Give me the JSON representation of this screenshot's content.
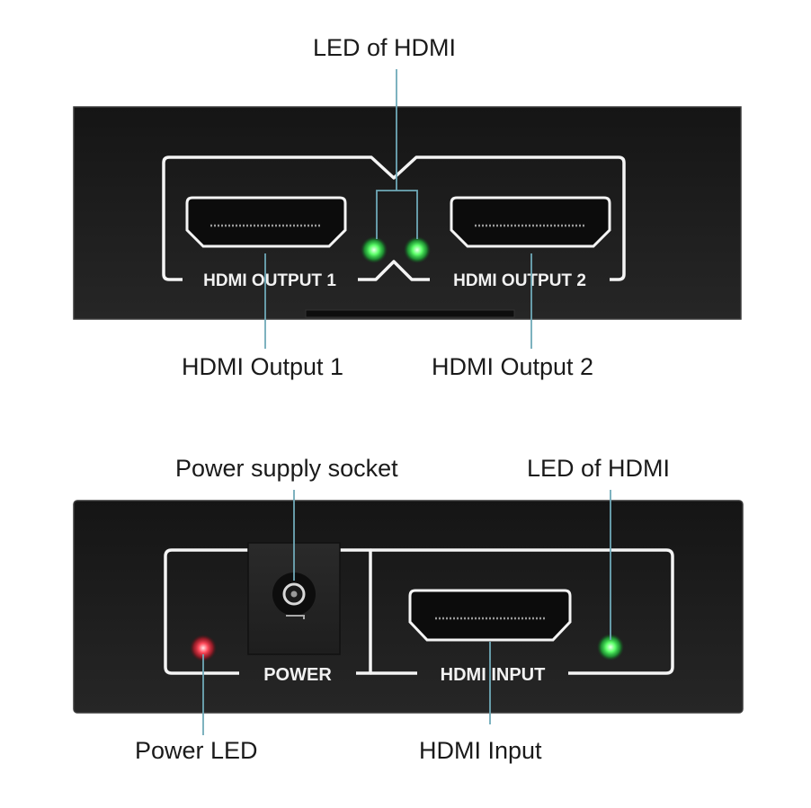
{
  "colors": {
    "background": "#ffffff",
    "device_body": "#1b1b1b",
    "device_edge": "#2e2e2e",
    "outline": "#f4f4f4",
    "leader_line": "#6fa9b8",
    "led_green": "#3cff5a",
    "led_red": "#ff3a4a",
    "label_text": "#1a1a1a"
  },
  "front_view": {
    "panel_labels": {
      "output1": "HDMI OUTPUT 1",
      "output2": "HDMI OUTPUT 2"
    },
    "callouts": {
      "led": "LED of HDMI",
      "output1": "HDMI Output 1",
      "output2": "HDMI Output 2"
    },
    "leds": [
      "green",
      "green"
    ]
  },
  "rear_view": {
    "panel_labels": {
      "power": "POWER",
      "input": "HDMI INPUT"
    },
    "callouts": {
      "power_socket": "Power supply socket",
      "led": "LED of HDMI",
      "power_led": "Power LED",
      "input": "HDMI Input"
    },
    "leds": [
      "red",
      "green"
    ]
  }
}
